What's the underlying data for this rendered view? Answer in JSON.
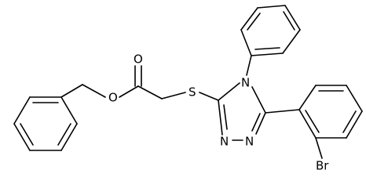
{
  "molecule": {
    "atom_labels": {
      "carbonyl_oxygen": "O",
      "ester_oxygen": "O",
      "sulfur": "S",
      "triazole_n4": "N",
      "triazole_n1": "N",
      "triazole_n2": "N",
      "bromine": "Br"
    }
  }
}
